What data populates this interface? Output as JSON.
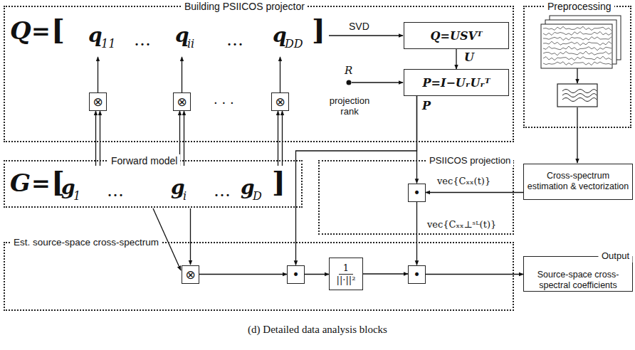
{
  "diagram": {
    "caption": "(d) Detailed data analysis blocks",
    "nodes": [
      {
        "text": [
          "Building PSIICOS projector"
        ]
      },
      {
        "text": [
          "⊗"
        ],
        "in": 0
      },
      {
        "text": [
          "⊗"
        ],
        "in": 0
      },
      {
        "text": [
          "⊗"
        ],
        "in": 0
      },
      {
        "text": [
          "Q=USVᵀ"
        ],
        "in": 0
      },
      {
        "text": [
          "P=I−UᵣUᵣᵀ"
        ],
        "in": 0
      },
      {
        "text": [
          "Preprocessing"
        ]
      },
      {
        "text": [
          "Forward model"
        ]
      },
      {
        "text": [
          "PSIICOS projection"
        ]
      },
      {
        "text": [
          "•"
        ],
        "in": 8
      },
      {
        "text": [
          "Cross-spectrum estimation & vectorization"
        ]
      },
      {
        "text": [
          "Est. source-space cross-spectrum"
        ]
      },
      {
        "text": [
          "⊗"
        ],
        "in": 11
      },
      {
        "text": [
          "•"
        ],
        "in": 11
      },
      {
        "text": [
          "1",
          "||·||²"
        ],
        "in": 11
      },
      {
        "text": [
          "•"
        ],
        "in": 11
      },
      {
        "text": [
          "Output",
          "Source-space cross-spectral coefficients"
        ]
      }
    ],
    "edges": [
      {
        "from": 4,
        "to": 5,
        "arrow": "to",
        "label": "U"
      },
      {
        "from": 5,
        "to": 9,
        "arrow": "to",
        "label": "P"
      },
      {
        "from": 5,
        "to": 13,
        "arrow": "to"
      },
      {
        "from": 10,
        "to": 9,
        "arrow": "to",
        "label": "vec{Cₓₓ(t)}"
      },
      {
        "from": 9,
        "to": 15,
        "arrow": "to",
        "label": "vec{Cₓₓ⊥ˢᴸ(t)}"
      },
      {
        "from": 12,
        "to": 13,
        "arrow": "to"
      },
      {
        "from": 13,
        "to": 14,
        "arrow": "to"
      },
      {
        "from": 14,
        "to": 15,
        "arrow": "to"
      },
      {
        "from": 15,
        "to": 16,
        "arrow": "to"
      }
    ],
    "labels": [
      "Q",
      "=",
      "[",
      "q",
      "11",
      "…",
      "q",
      "ii",
      "…",
      "q",
      "DD",
      "]",
      "SVD",
      "R",
      "projection rank",
      "· · ·",
      "G",
      "=",
      "[",
      "g",
      "1",
      "…",
      "g",
      "i",
      "…",
      "g",
      "D",
      "]"
    ]
  }
}
